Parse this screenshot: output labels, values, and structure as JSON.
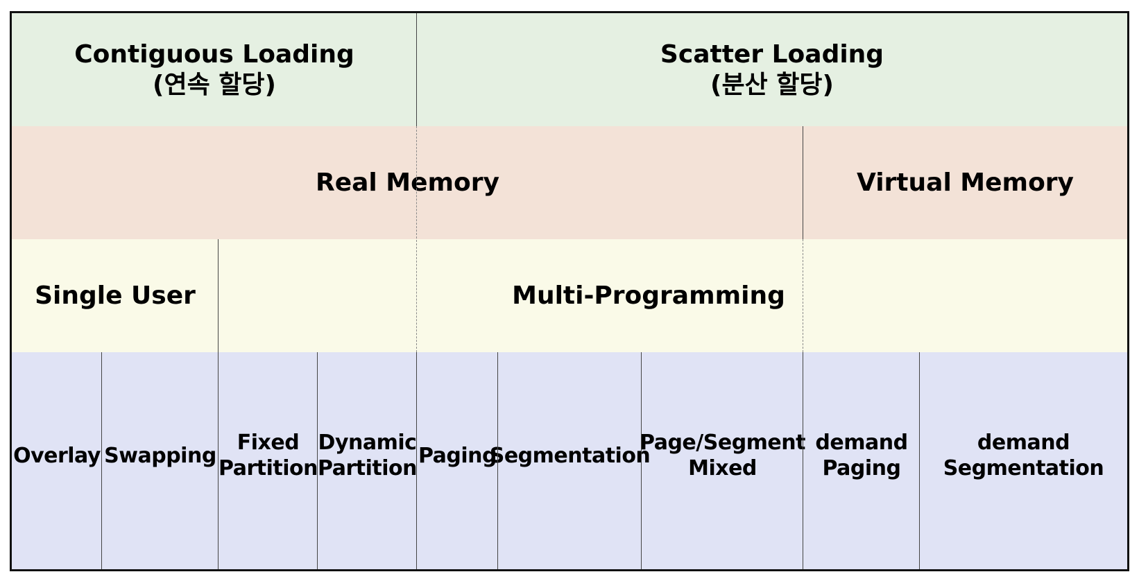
{
  "loading": {
    "contiguous": "Contiguous Loading\n(연속 할당)",
    "scatter": "Scatter Loading\n(분산 할당)"
  },
  "memory": {
    "real": "Real Memory",
    "virtual": "Virtual Memory"
  },
  "programming": {
    "single_user": "Single User",
    "multi": "Multi-Programming"
  },
  "techniques": [
    "Overlay",
    "Swapping",
    "Fixed\nPartition",
    "Dynamic\nPartition",
    "Paging",
    "Segmentation",
    "Page/Segment\nMixed",
    "demand\nPaging",
    "demand\nSegmentation"
  ],
  "colors": {
    "loading_row": "#e5f0e2",
    "memory_row": "#f3e2d7",
    "programming_row": "#fafae8",
    "technique_row": "#e0e3f5"
  }
}
